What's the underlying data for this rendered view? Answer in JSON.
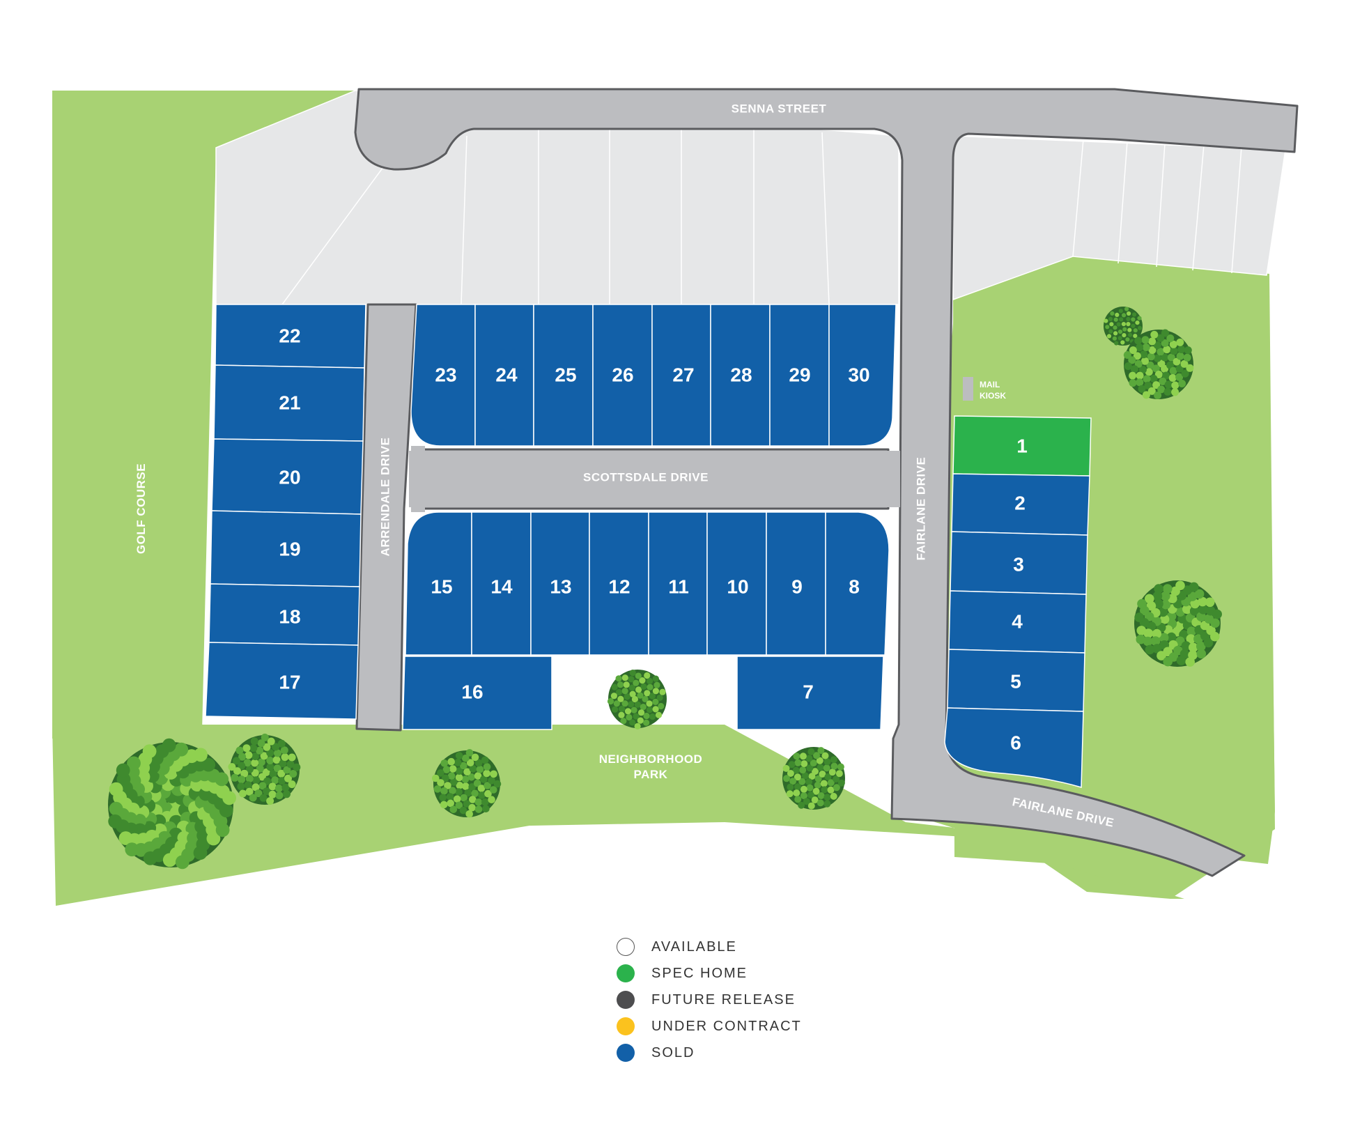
{
  "colors": {
    "grass": "#a8d273",
    "road": "#bcbdc0",
    "road_edge": "#5a5b5e",
    "future_area": "#e6e7e8",
    "sold": "#1260a8",
    "spec_home": "#2bb24c",
    "future_release": "#4d4d4f",
    "under_contract": "#fbc21e",
    "available": "#ffffff"
  },
  "streets": {
    "senna": "SENNA STREET",
    "scottsdale": "SCOTTSDALE DRIVE",
    "arrendale": "ARRENDALE DRIVE",
    "fairlane_vertical": "FAIRLANE DRIVE",
    "fairlane_curve": "FAIRLANE DRIVE"
  },
  "areas": {
    "golf_course": "GOLF COURSE",
    "park_line1": "NEIGHBORHOOD",
    "park_line2": "PARK",
    "mail_line1": "MAIL",
    "mail_line2": "KIOSK"
  },
  "lots": [
    {
      "number": "1",
      "status": "spec_home"
    },
    {
      "number": "2",
      "status": "sold"
    },
    {
      "number": "3",
      "status": "sold"
    },
    {
      "number": "4",
      "status": "sold"
    },
    {
      "number": "5",
      "status": "sold"
    },
    {
      "number": "6",
      "status": "sold"
    },
    {
      "number": "7",
      "status": "sold"
    },
    {
      "number": "8",
      "status": "sold"
    },
    {
      "number": "9",
      "status": "sold"
    },
    {
      "number": "10",
      "status": "sold"
    },
    {
      "number": "11",
      "status": "sold"
    },
    {
      "number": "12",
      "status": "sold"
    },
    {
      "number": "13",
      "status": "sold"
    },
    {
      "number": "14",
      "status": "sold"
    },
    {
      "number": "15",
      "status": "sold"
    },
    {
      "number": "16",
      "status": "sold"
    },
    {
      "number": "17",
      "status": "sold"
    },
    {
      "number": "18",
      "status": "sold"
    },
    {
      "number": "19",
      "status": "sold"
    },
    {
      "number": "20",
      "status": "sold"
    },
    {
      "number": "21",
      "status": "sold"
    },
    {
      "number": "22",
      "status": "sold"
    },
    {
      "number": "23",
      "status": "sold"
    },
    {
      "number": "24",
      "status": "sold"
    },
    {
      "number": "25",
      "status": "sold"
    },
    {
      "number": "26",
      "status": "sold"
    },
    {
      "number": "27",
      "status": "sold"
    },
    {
      "number": "28",
      "status": "sold"
    },
    {
      "number": "29",
      "status": "sold"
    },
    {
      "number": "30",
      "status": "sold"
    }
  ],
  "legend": [
    {
      "key": "available",
      "label": "AVAILABLE"
    },
    {
      "key": "spec_home",
      "label": "SPEC HOME"
    },
    {
      "key": "future_release",
      "label": "FUTURE RELEASE"
    },
    {
      "key": "under_contract",
      "label": "UNDER CONTRACT"
    },
    {
      "key": "sold",
      "label": "SOLD"
    }
  ]
}
